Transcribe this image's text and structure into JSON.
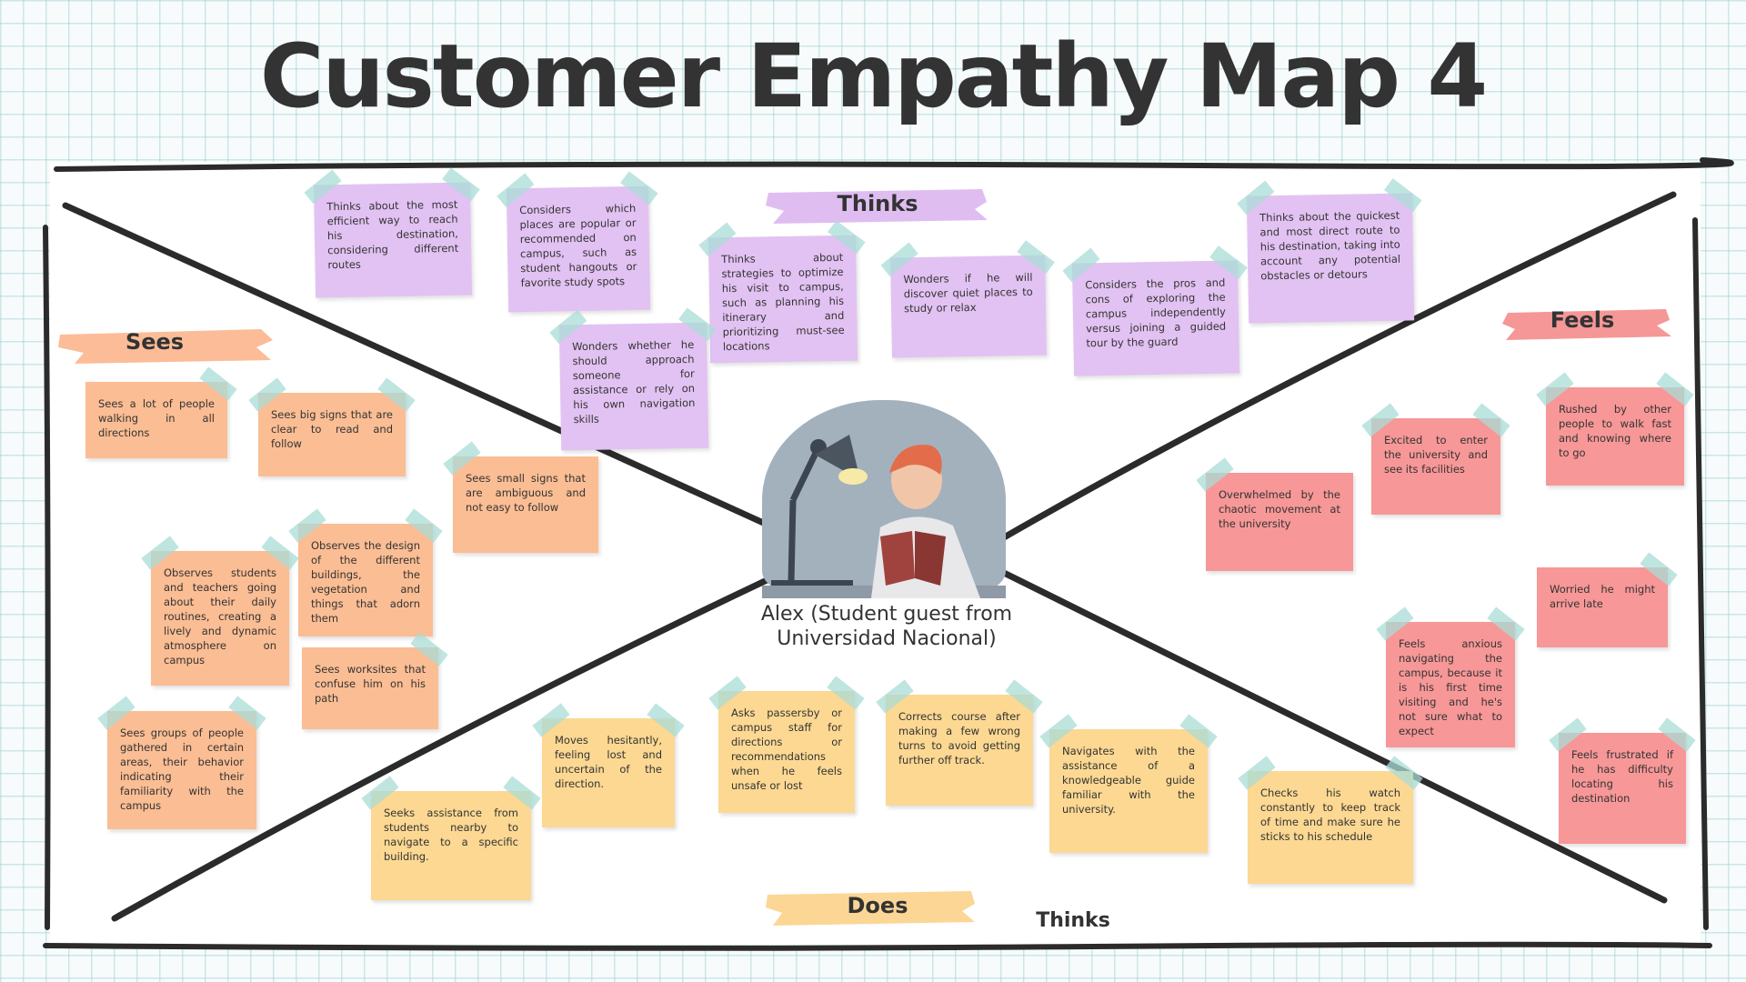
{
  "title": "Customer Empathy Map 4",
  "persona": {
    "name": "Alex (Student guest from Universidad Nacional)"
  },
  "sections": {
    "thinks": "Thinks",
    "sees": "Sees",
    "feels": "Feels",
    "does": "Does",
    "stray_label": "Thinks"
  },
  "colors": {
    "thinks": "#e2c2f2",
    "sees": "#fbbd93",
    "feels": "#f79797",
    "does": "#fcd892"
  },
  "notes": {
    "thinks": [
      "Thinks about the most efficient way to reach his destination, considering different routes",
      "Considers which places are popular or recommended on campus, such as student hangouts or favorite study spots",
      "Thinks about strategies to optimize his visit to campus, such as planning his itinerary and prioritizing must-see locations",
      "Wonders if he will discover quiet places to study or relax",
      "Considers the pros and cons of exploring the campus independently versus joining a guided tour by the guard",
      "Thinks about the quickest and most direct route to his destination, taking into account any potential obstacles or detours",
      "Wonders whether he should approach someone for assistance or rely on his own navigation skills"
    ],
    "sees": [
      "Sees a lot of people walking in all directions",
      "Sees big signs that are clear to read and follow",
      "Sees small signs that are ambiguous and not easy to follow",
      "Observes students and teachers going about their daily routines, creating a lively and dynamic atmosphere on campus",
      "Observes the design of the different buildings, the vegetation and things that adorn them",
      "Sees worksites that confuse him on his path",
      "Sees groups of people gathered in certain areas, their behavior indicating their familiarity with the campus"
    ],
    "feels": [
      "Excited to enter the university and see its facilities",
      "Rushed by other people to walk fast and knowing where to go",
      "Overwhelmed by the chaotic movement at the university",
      "Worried he might arrive late",
      "Feels anxious navigating the campus, because it is his first time visiting and he's not sure what to expect",
      "Feels frustrated if he has difficulty locating his destination"
    ],
    "does": [
      "Seeks assistance from students nearby to navigate to a specific building.",
      "Moves hesitantly, feeling lost and uncertain of the direction.",
      "Asks passersby or campus staff for directions or recommendations when he feels unsafe or lost",
      "Corrects course after making a few wrong turns to avoid getting further off track.",
      "Navigates with the assistance of a knowledgeable guide familiar with the university.",
      "Checks his watch constantly to keep track of time and make sure he sticks to his schedule"
    ]
  }
}
